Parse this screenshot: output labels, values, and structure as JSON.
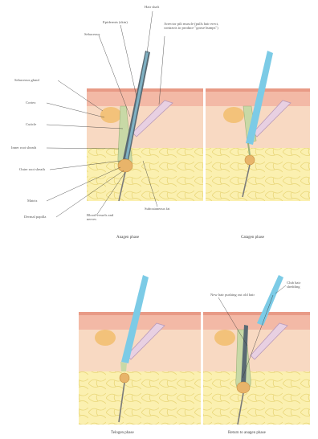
{
  "colors": {
    "epidermis": "#f3b9a6",
    "epidermis_top": "#e89a86",
    "dermis": "#f8d9c2",
    "hypodermis": "#fbf0b0",
    "fat_cell_edge": "#e9d77a",
    "hair_shaft": "#5a6a73",
    "hair_anagen_light": "#8fd0e6",
    "hair_blue": "#7ccbe6",
    "sebaceous": "#f3c27a",
    "muscle": "#b99ab8",
    "leader_line": "#333333",
    "bulb": "#e8b46a",
    "root_sheath": "#c8d9a6"
  },
  "labels": {
    "hair_shaft": "Hair shaft",
    "epidermis_layer": "Epidermis (skin)",
    "sebaceous_duct": "Sebaceous",
    "arrector_pili": "Arrector pili muscle (pulls hair erect, contracts to produce \"goose bumps\")",
    "sebaceous_gland": "Sebaceous gland",
    "cortex": "Cortex",
    "cuticle": "Cuticle",
    "inner_root_sheath": "Inner root sheath",
    "outer_root_sheath": "Outer root sheath",
    "matrix": "Matrix",
    "dermal_papilla": "Dermal papilla",
    "blood_vessels": "Blood vessels and nerves",
    "subcutaneous_fat": "Subcutaneous fat",
    "club_hair": "Club hair shedding",
    "new_hair": "New hair pushing out old hair"
  },
  "captions": {
    "anagen": "Anagen phase",
    "catagen": "Catagen phase",
    "telogen": "Telogen phase",
    "return_anagen": "Return to anagen phase"
  }
}
